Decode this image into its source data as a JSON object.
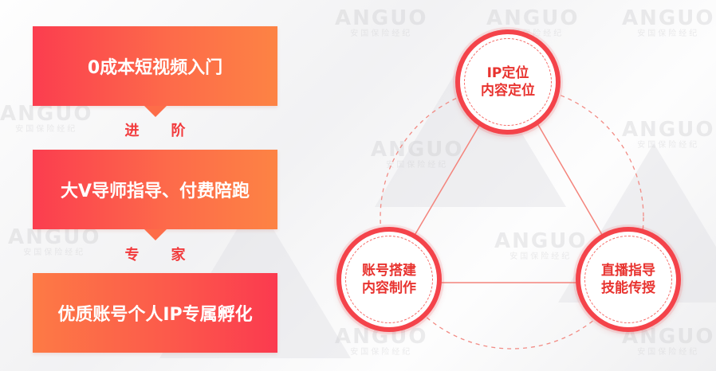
{
  "steps": [
    {
      "label": "0成本短视频入门"
    },
    {
      "label": "大V导师指导、付费陪跑"
    },
    {
      "label": "优质账号个人IP专属孵化"
    }
  ],
  "connectors": [
    {
      "label": "进阶"
    },
    {
      "label": "专家"
    }
  ],
  "cycle": {
    "nodes": [
      {
        "label": "IP定位\n内容定位"
      },
      {
        "label": "账号搭建\n内容制作"
      },
      {
        "label": "直播指导\n技能传授"
      }
    ]
  },
  "watermark": {
    "text": "ANGUO",
    "sub": "安国保险经纪"
  },
  "colors": {
    "accent": "#f4434a",
    "connector_text": "#f23a3c",
    "gradient_start": "#fb3d4f",
    "gradient_end": "#fd8344"
  }
}
